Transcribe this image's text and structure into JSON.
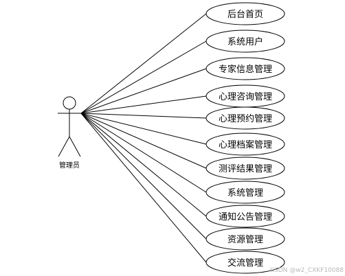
{
  "actor": {
    "label": "管理员"
  },
  "use_cases": [
    {
      "id": "uc-dashboard",
      "label": "后台首页"
    },
    {
      "id": "uc-system-users",
      "label": "系统用户"
    },
    {
      "id": "uc-expert-info",
      "label": "专家信息管理"
    },
    {
      "id": "uc-counseling",
      "label": "心理咨询管理"
    },
    {
      "id": "uc-appointment",
      "label": "心理预约管理"
    },
    {
      "id": "uc-records",
      "label": "心理档案管理"
    },
    {
      "id": "uc-test-results",
      "label": "测评结果管理"
    },
    {
      "id": "uc-system",
      "label": "系统管理"
    },
    {
      "id": "uc-notices",
      "label": "通知公告管理"
    },
    {
      "id": "uc-resources",
      "label": "资源管理"
    },
    {
      "id": "uc-communication",
      "label": "交流管理"
    }
  ],
  "watermark": "CSDN @w2_CXKF10088",
  "colors": {
    "stroke": "#000000",
    "background": "#ffffff",
    "watermark": "#b8b8b8"
  }
}
